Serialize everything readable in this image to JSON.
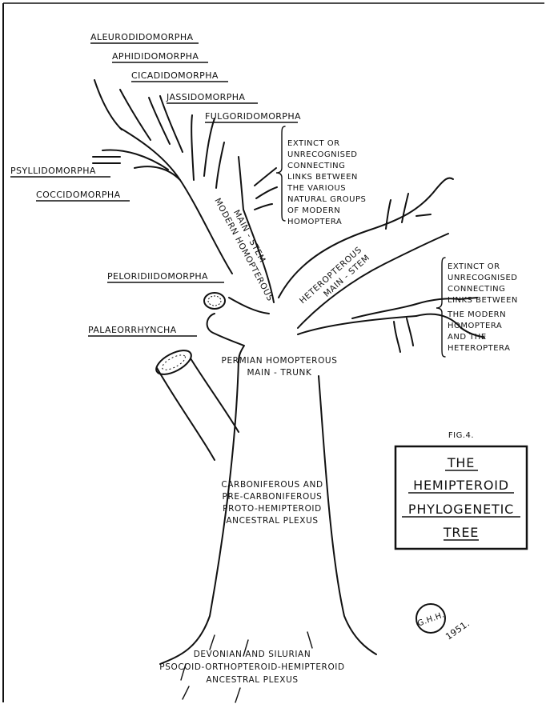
{
  "groups": {
    "aleurodidomorpha": "ALEURODIDOMORPHA",
    "aphididomorpha": "APHIDIDOMORPHA",
    "cicadidomorpha": "CICADIDOMORPHA",
    "jassidomorpha": "JASSIDOMORPHA",
    "fulgoridomorpha": "FULGORIDOMORPHA",
    "psyllidomorpha": "PSYLLIDOMORPHA",
    "coccidomorpha": "COCCIDOMORPHA",
    "peloridiidomorpha": "PELORIDIIDOMORPHA",
    "palaeorrhyncha": "PALAEORRHYNCHA"
  },
  "notes": {
    "homoptera_links": [
      "EXTINCT OR",
      "UNRECOGNISED",
      "CONNECTING",
      "LINKS BETWEEN",
      "THE VARIOUS",
      "NATURAL GROUPS",
      "OF MODERN",
      "HOMOPTERA"
    ],
    "heteroptera_links": [
      "EXTINCT OR",
      "UNRECOGNISED",
      "CONNECTING",
      "LINKS BETWEEN",
      "THE MODERN",
      "HOMOPTERA",
      "AND THE",
      "HETEROPTERA"
    ]
  },
  "stems": {
    "modern_homopterous": [
      "MODERN HOMOPTEROUS",
      "MAIN - STEM"
    ],
    "heteropterous": [
      "HETEROPTEROUS",
      "MAIN - STEM"
    ]
  },
  "trunks": {
    "permian": [
      "PERMIAN HOMOPTEROUS",
      "MAIN - TRUNK"
    ],
    "carboniferous": [
      "CARBONIFEROUS AND",
      "PRE-CARBONIFEROUS",
      "PROTO-HEMIPTEROID",
      "ANCESTRAL PLEXUS"
    ],
    "devonian": [
      "DEVONIAN AND SILURIAN",
      "PSOCOID-ORTHOPTEROID-HEMIPTEROID",
      "ANCESTRAL PLEXUS"
    ]
  },
  "figure": {
    "number": "FIG.4.",
    "title_lines": [
      "THE",
      "HEMIPTEROID",
      "PHYLOGENETIC",
      "TREE"
    ]
  },
  "signature": {
    "initials": "G.H.H.",
    "year": "1951."
  }
}
